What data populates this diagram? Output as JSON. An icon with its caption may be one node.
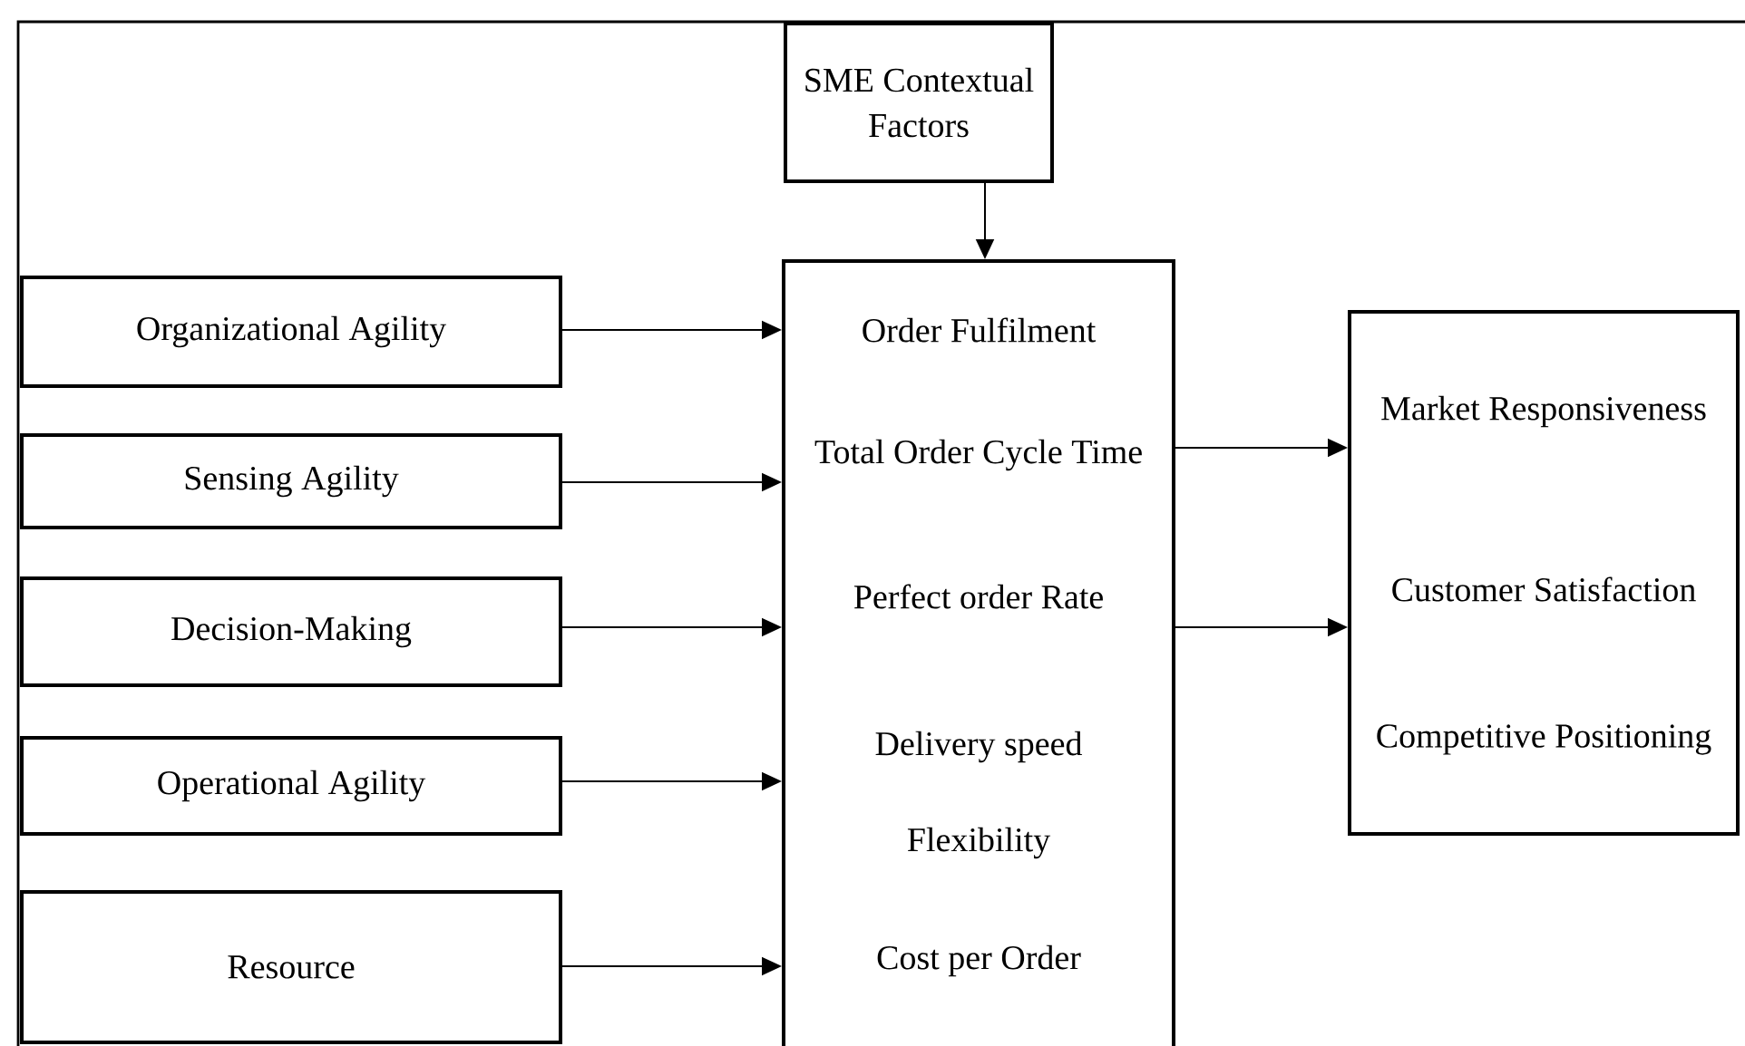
{
  "diagram": {
    "nodes": [
      {
        "text": [
          "SME Contextual Factors"
        ]
      },
      {
        "text": [
          "Organizational Agility"
        ]
      },
      {
        "text": [
          "Sensing Agility"
        ]
      },
      {
        "text": [
          "Decision-Making"
        ]
      },
      {
        "text": [
          "Operational Agility"
        ]
      },
      {
        "text": [
          "Resource"
        ]
      },
      {
        "text": [
          "Order Fulfilment",
          "Total Order Cycle Time",
          "Perfect order Rate",
          "Delivery speed",
          "Flexibility",
          "Cost per Order"
        ]
      },
      {
        "text": [
          "Market Responsiveness",
          "Customer Satisfaction",
          "Competitive Positioning"
        ]
      }
    ],
    "edges": [
      {
        "from": 0,
        "to": 6,
        "arrow": "to"
      },
      {
        "from": 1,
        "to": 6,
        "arrow": "to"
      },
      {
        "from": 2,
        "to": 6,
        "arrow": "to"
      },
      {
        "from": 3,
        "to": 6,
        "arrow": "to"
      },
      {
        "from": 4,
        "to": 6,
        "arrow": "to"
      },
      {
        "from": 5,
        "to": 6,
        "arrow": "to"
      },
      {
        "from": 6,
        "to": 7,
        "arrow": "to"
      },
      {
        "from": 6,
        "to": 7,
        "arrow": "to"
      }
    ]
  }
}
